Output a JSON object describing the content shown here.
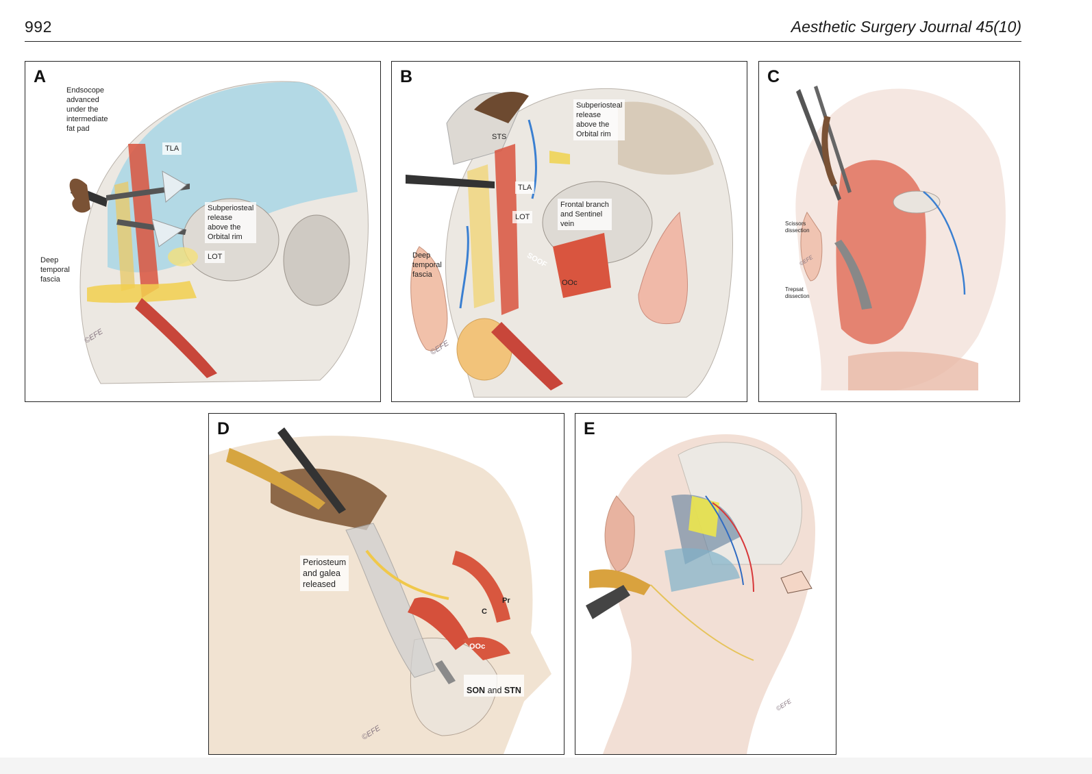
{
  "header": {
    "page_number": "992",
    "journal": "Aesthetic Surgery Journal 45(10)"
  },
  "panels": {
    "a": {
      "letter": "A",
      "endoscope": "Endsocope\nadvanced\nunder the\nintermediate\nfat pad",
      "tla": "TLA",
      "release": "Subperiosteal\nrelease\nabove the\nOrbital rim",
      "lot": "LOT",
      "fascia": "Deep\ntemporal\nfascia",
      "sig": "©EFE"
    },
    "b": {
      "letter": "B",
      "release": "Subperiosteal\nrelease\nabove the\nOrbital rim",
      "sts": "STS",
      "tla": "TLA",
      "lot": "LOT",
      "frontal": "Frontal branch\nand Sentinel\nvein",
      "fascia": "Deep\ntemporal\nfascia",
      "soof": "SOOF",
      "ooc": "OOc",
      "sig": "©EFE"
    },
    "c": {
      "letter": "C",
      "scissors": "Scissors\ndissection",
      "trepsat": "Trepsat\ndissection",
      "sig": "©EFE"
    },
    "d": {
      "letter": "D",
      "periosteum": "Periosteum\nand galea\nreleased",
      "pr": "Pr",
      "c": "C",
      "ooc": "OOc",
      "son": "SON",
      "and": "and",
      "stn": "STN",
      "sig": "©EFE"
    },
    "e": {
      "letter": "E",
      "sig": "©EFE"
    }
  }
}
